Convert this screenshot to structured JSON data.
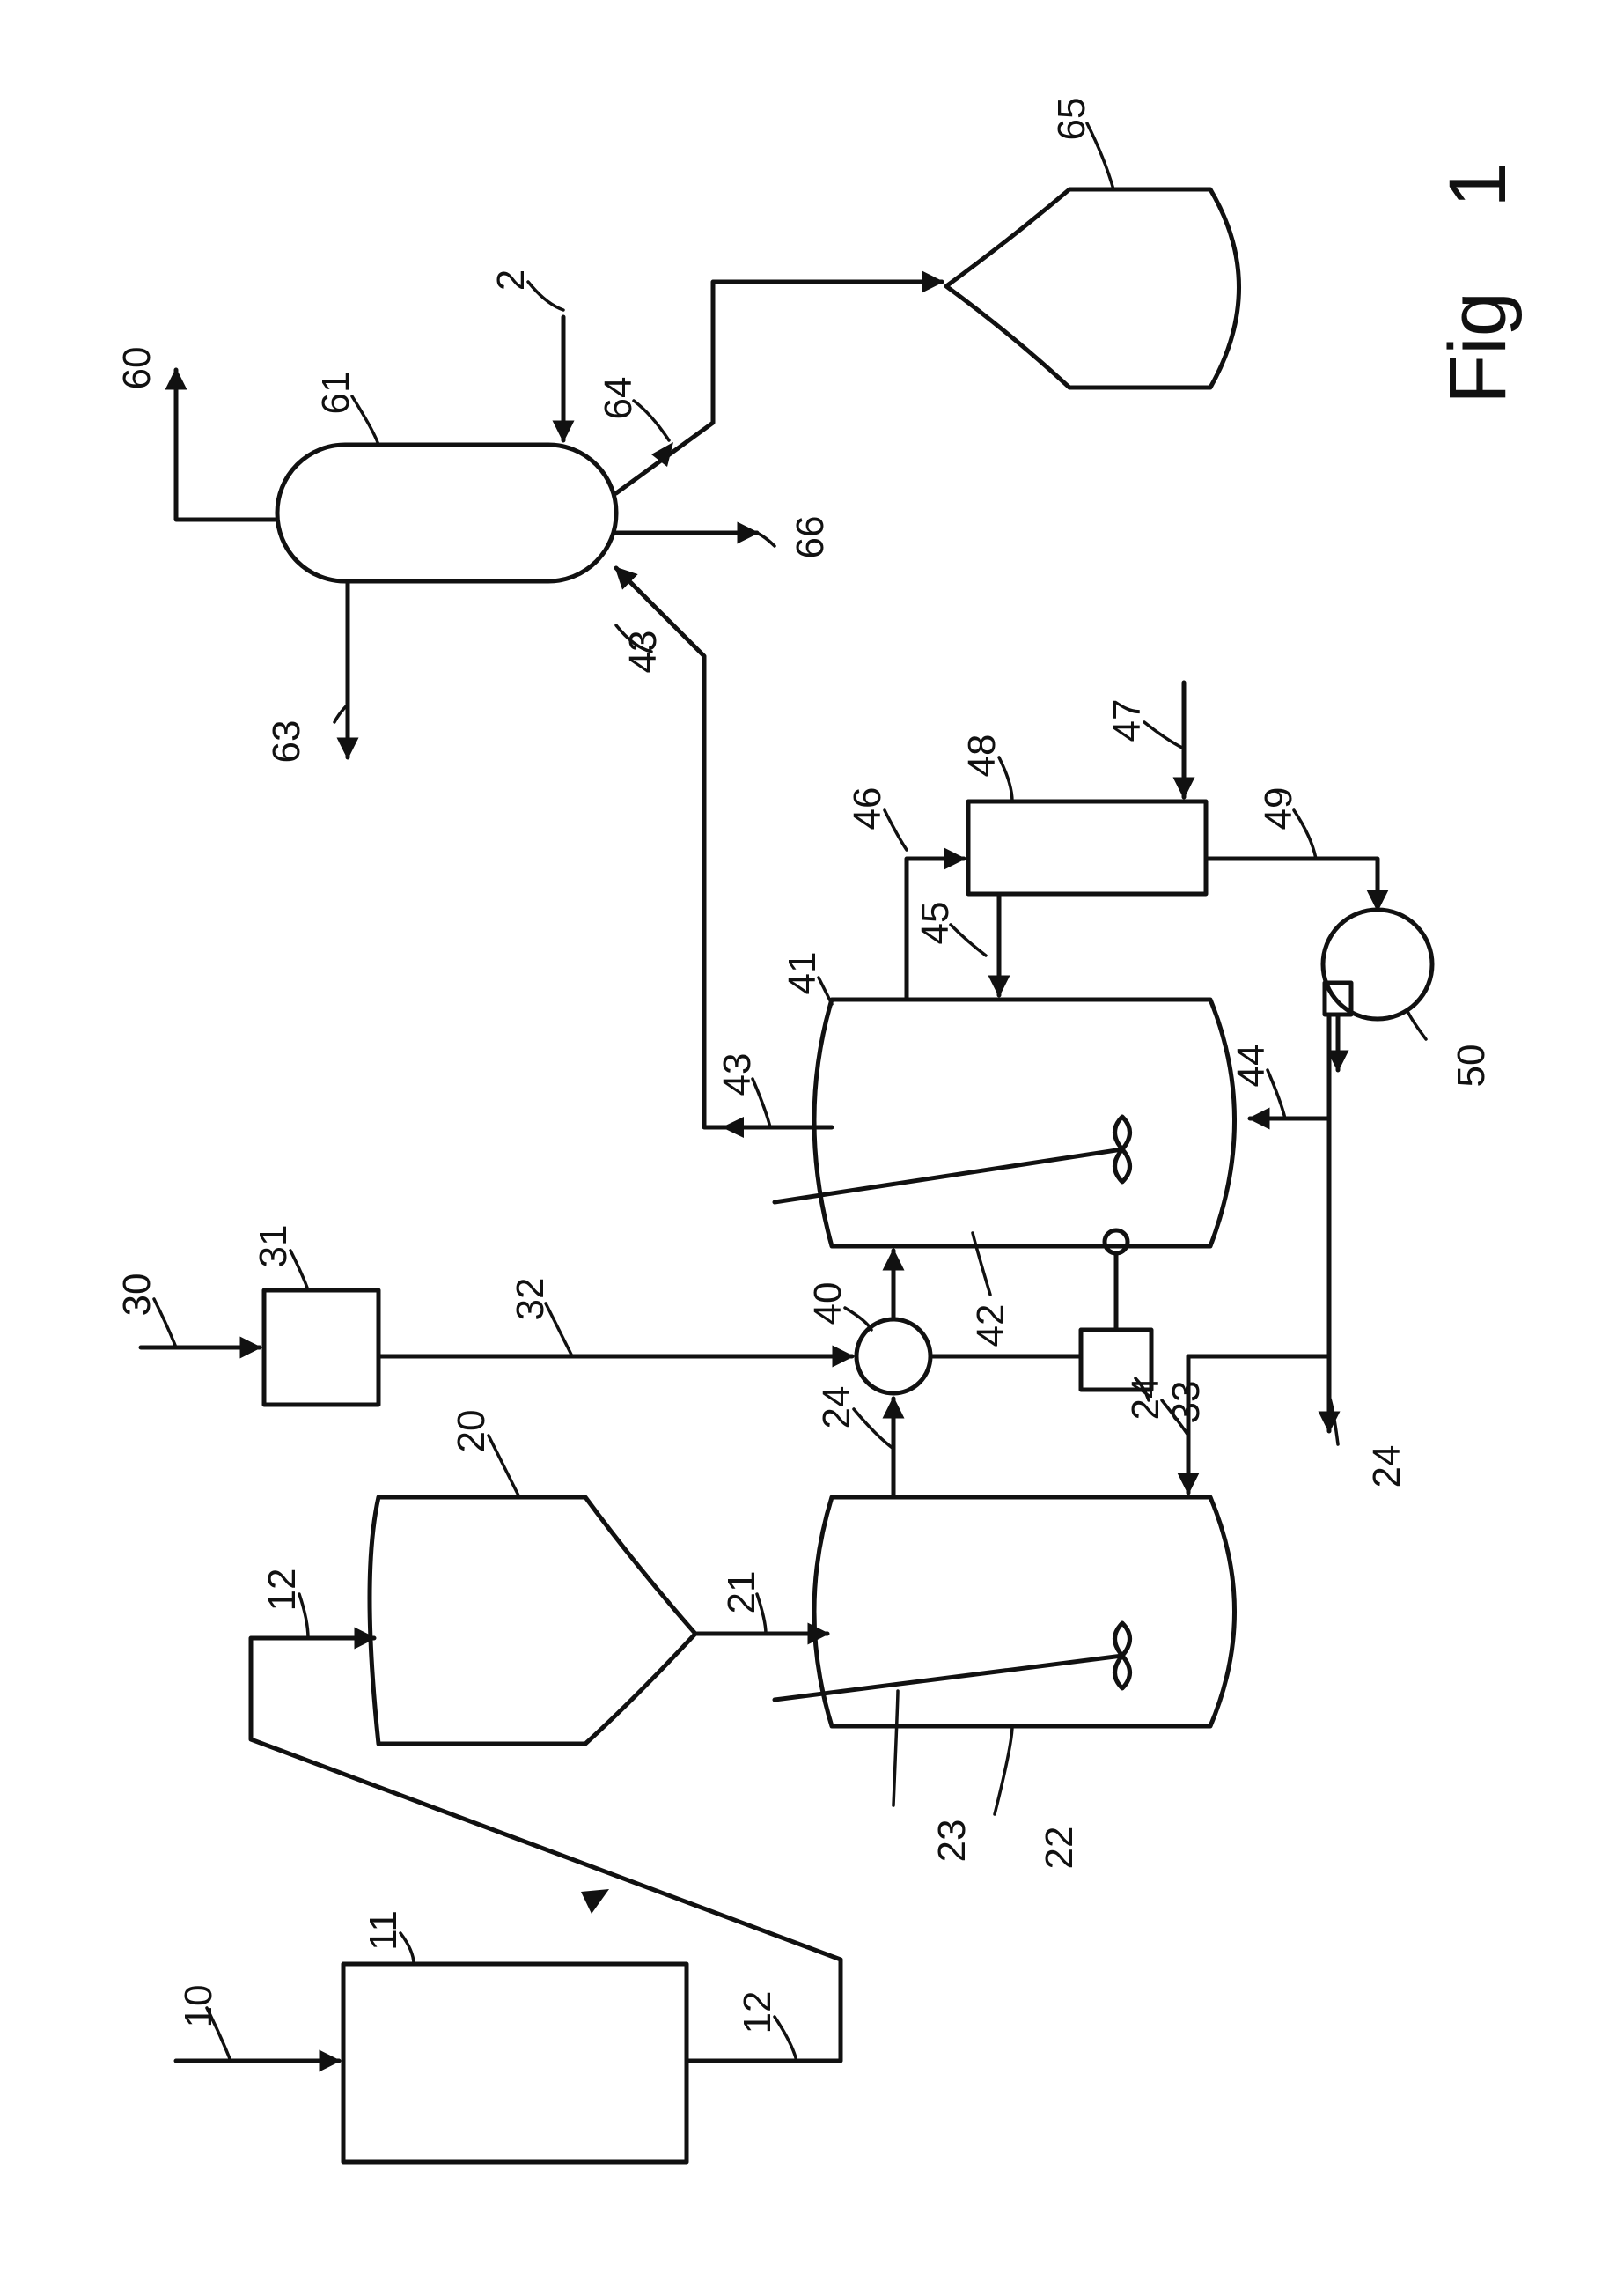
{
  "figure": {
    "label": "Fig",
    "number": "1"
  },
  "labels": {
    "n2": "2",
    "n10": "10",
    "n11": "11",
    "n12a": "12",
    "n12b": "12",
    "n20": "20",
    "n21": "21",
    "n22": "22",
    "n23": "23",
    "n24a": "24",
    "n24b": "24",
    "n24c": "24",
    "n30": "30",
    "n31": "31",
    "n32": "32",
    "n33": "33",
    "n40": "40",
    "n41": "41",
    "n42": "42",
    "n43a": "43",
    "n43b": "43",
    "n44": "44",
    "n45": "45",
    "n46": "46",
    "n47": "47",
    "n48": "48",
    "n49": "49",
    "n50": "50",
    "n60": "60",
    "n61": "61",
    "n63": "63",
    "n64": "64",
    "n65": "65",
    "n66": "66"
  }
}
